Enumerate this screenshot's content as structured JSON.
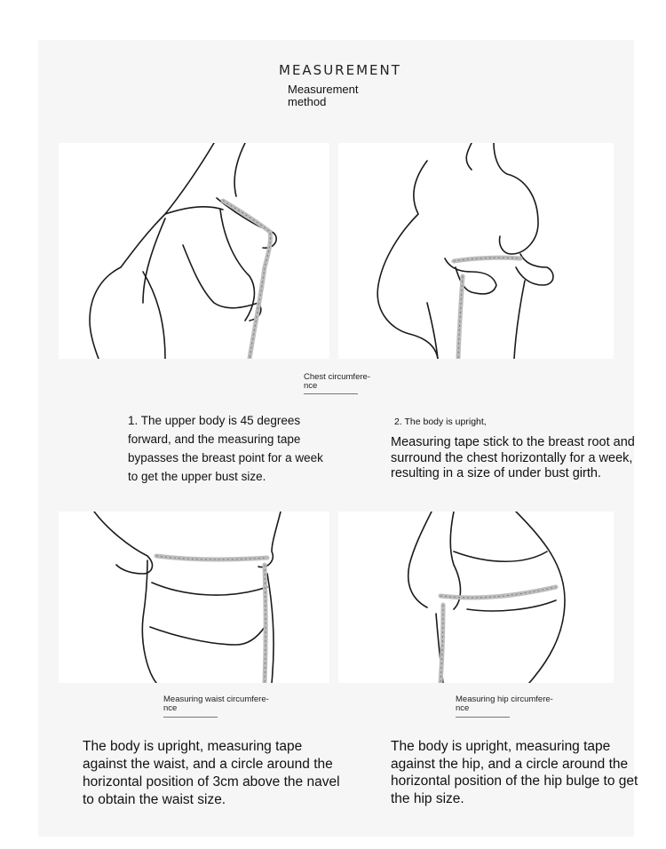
{
  "header": {
    "title": "MEASUREMENT",
    "subtitle": "Measurement method"
  },
  "sections": {
    "chest": {
      "caption": "Chest circumfere-\nnce",
      "step1": "1. The upper body is 45 degrees forward, and the measuring tape bypasses the breast point for a week to get the upper bust size.",
      "step2_heading": "2. The body is upright,",
      "step2": "Measuring tape stick to the breast root and surround the chest horizontally for a week, resulting in a size of under bust girth."
    },
    "waist": {
      "caption": "Measuring waist circumfere-\nnce",
      "text": "The body is upright, measuring tape against the waist, and a circle around the horizontal position of 3cm above the navel to obtain the waist size."
    },
    "hip": {
      "caption": "Measuring hip circumfere-\nnce",
      "text": "The body is upright, measuring tape against the hip, and a circle around the horizontal position of the hip bulge to get the hip size."
    }
  }
}
